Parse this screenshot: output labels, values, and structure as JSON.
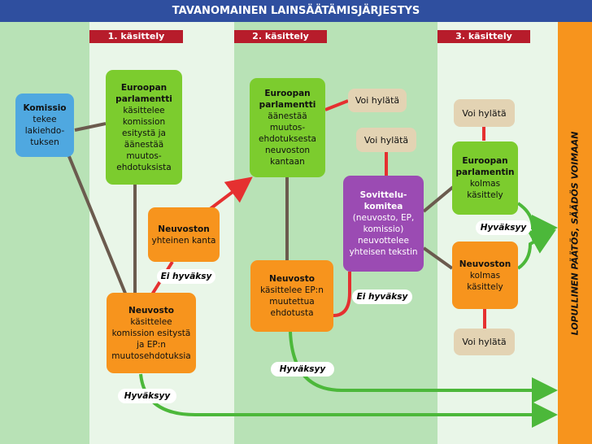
{
  "header": {
    "title": "TAVANOMAINEN LAINSÄÄTÄMISJÄRJESTYS"
  },
  "stages": [
    "1. käsittely",
    "2. käsittely",
    "3. käsittely"
  ],
  "boxes": {
    "komissio": {
      "title": "Komissio",
      "text": "tekee lakiehdo-tuksen"
    },
    "ep1": {
      "title": "Euroopan parlamentti",
      "text": "käsittelee komission esitystä ja äänestää muutos-ehdotuksista"
    },
    "neuvosto1": {
      "title": "Neuvosto",
      "text": "käsittelee komission esitystä ja EP:n muutosehdotuksia"
    },
    "kanta": {
      "title": "Neuvoston",
      "text": "yhteinen kanta"
    },
    "ep2": {
      "title": "Euroopan parlamentti",
      "text": "äänestää muutos-ehdotuksesta neuvoston kantaan"
    },
    "neuvosto2": {
      "title": "Neuvosto",
      "text": "käsittelee EP:n muutettua ehdotusta"
    },
    "sovittelu": {
      "title": "Sovittelu-komitea",
      "text": "(neuvosto, EP, komissio) neuvottelee yhteisen tekstin"
    },
    "ep3": {
      "title": "Euroopan parlamentin",
      "text": "kolmas käsittely"
    },
    "neuvosto3": {
      "title": "Neuvoston",
      "text": "kolmas käsittely"
    }
  },
  "reject_label": "Voi hylätä",
  "labels": {
    "approved": "Hyväksyy",
    "not_approved": "Ei hyväksy"
  },
  "final": "LOPULLINEN PÄÄTÖS, SÄÄDÖS VOIMAAN",
  "colors": {
    "header": "#2f4f9f",
    "stage": "#b71c2b",
    "arrow_green": "#4cb83a",
    "arrow_red": "#e53030",
    "connector": "#6b5b4e"
  }
}
